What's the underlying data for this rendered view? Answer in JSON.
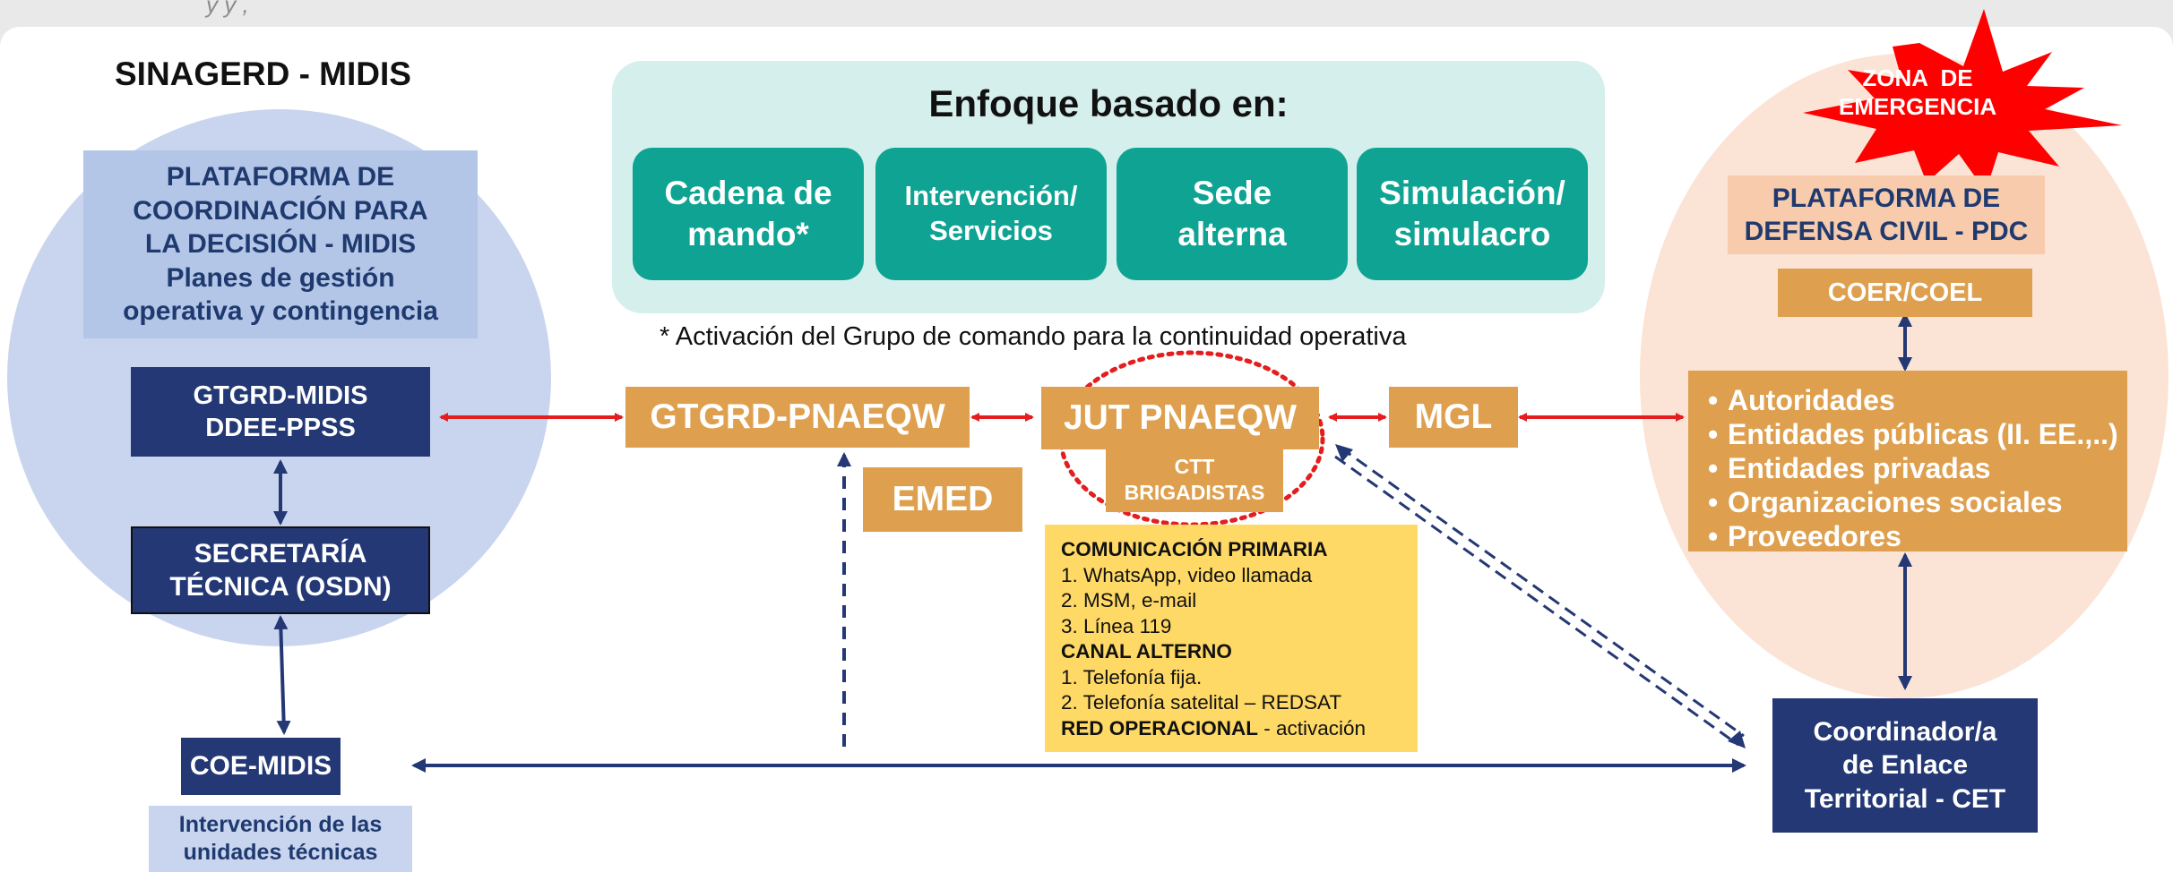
{
  "header_fragment": "y          y          ,",
  "sinagerd": {
    "title": "SINAGERD - MIDIS",
    "plataforma": "PLATAFORMA DE\nCOORDINACIÓN PARA\nLA DECISIÓN - MIDIS\nPlanes de gestión\noperativa y contingencia",
    "gtgrd": "GTGRD-MIDIS\nDDEE-PPSS",
    "secretaria": "SECRETARÍA\nTÉCNICA (OSDN)",
    "coe": "COE-MIDIS",
    "intervencion": "Intervención de las\nunidades técnicas"
  },
  "enfoque": {
    "title": "Enfoque basado en:",
    "items": [
      {
        "label": "Cadena de\nmando*"
      },
      {
        "label": "Intervención/\nServicios"
      },
      {
        "label": "Sede\nalterna"
      },
      {
        "label": "Simulación/\nsimulacro"
      }
    ],
    "footnote": "* Activación del Grupo de comando para la continuidad operativa"
  },
  "center": {
    "gtgrd_pn": "GTGRD-PNAEQW",
    "jut": "JUT PNAEQW",
    "ctt": "CTT\nBRIGADISTAS",
    "emed": "EMED",
    "mgl": "MGL"
  },
  "comunicacion": {
    "primaria_title": "COMUNICACIÓN PRIMARIA",
    "primaria": [
      "1. WhatsApp, video llamada",
      "2. MSM, e-mail",
      "3. Línea 119"
    ],
    "alterno_title": "CANAL ALTERNO",
    "alterno": [
      "1. Telefonía fija.",
      "2. Telefonía satelital – REDSAT"
    ],
    "red_title": "RED OPERACIONAL",
    "red_suffix": " - activación"
  },
  "emergencia": {
    "zona": "ZONA  DE\nEMERGENCIA",
    "plataforma": "PLATAFORMA DE\nDEFENSA CIVIL - PDC",
    "coer": "COER/COEL",
    "actores": [
      "Autoridades",
      "Entidades públicas (II. EE.,..)",
      "Entidades privadas",
      "Organizaciones sociales",
      "Proveedores"
    ],
    "coordinador": "Coordinador/a\nde Enlace\nTerritorial - CET"
  },
  "colors": {
    "navy": "#233874",
    "orange": "#dea04f",
    "teal": "#0ea392",
    "teal_bg": "#d5efec",
    "lavender": "#c9d4ee",
    "peach": "#fbe3d6",
    "yellow": "#ffd966",
    "red": "#e41e1e"
  }
}
